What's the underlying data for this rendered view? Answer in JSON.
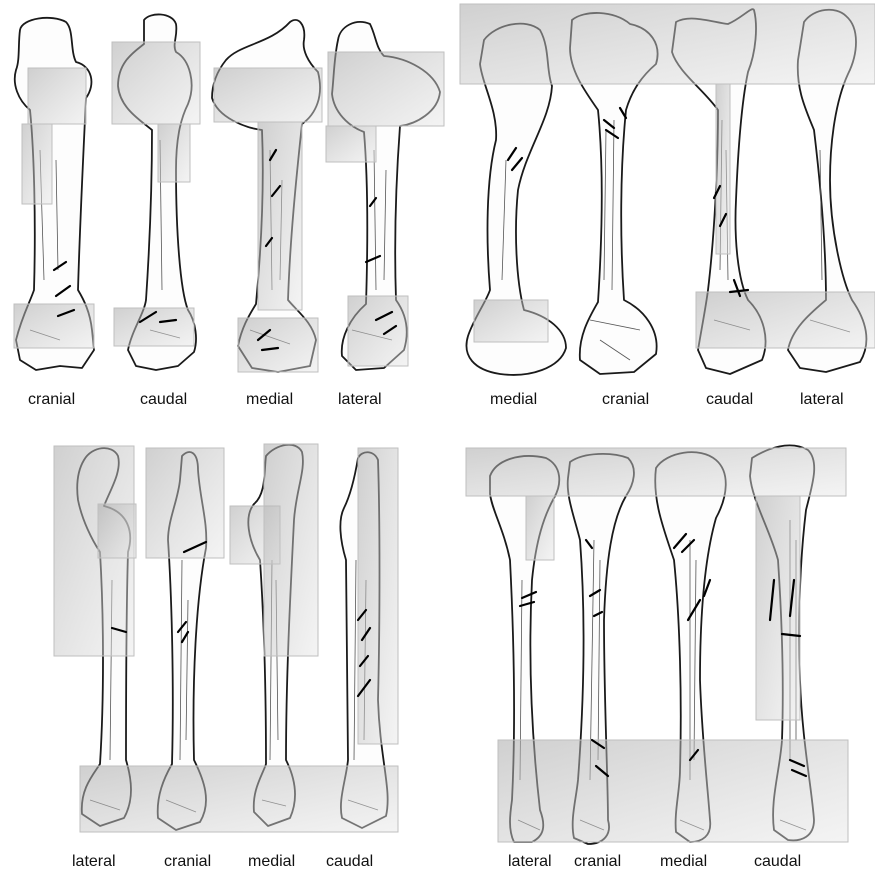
{
  "panels": [
    {
      "id": "top-left",
      "labels": [
        "cranial",
        "caudal",
        "medial",
        "lateral"
      ]
    },
    {
      "id": "top-right",
      "labels": [
        "medial",
        "cranial",
        "caudal",
        "lateral"
      ]
    },
    {
      "id": "bottom-left",
      "labels": [
        "lateral",
        "cranial",
        "medial",
        "caudal"
      ]
    },
    {
      "id": "bottom-right",
      "labels": [
        "lateral",
        "cranial",
        "medial",
        "caudal"
      ]
    }
  ]
}
